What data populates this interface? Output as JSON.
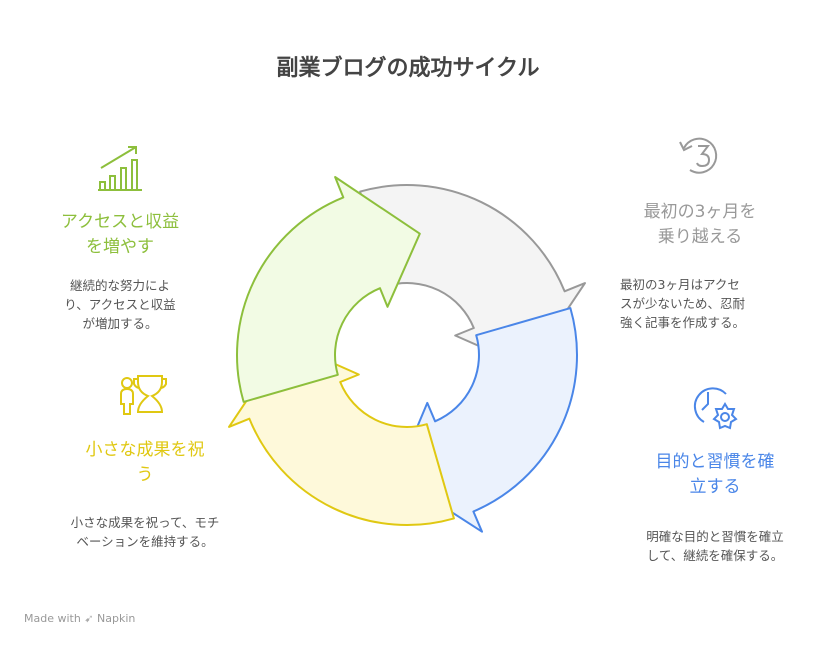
{
  "title": "副業ブログの成功サイクル",
  "steps": [
    {
      "id": "overcome",
      "title_1": "最初の3ヶ月を",
      "title_2": "乗り越える",
      "desc_1": "最初の3ヶ月はアクセ",
      "desc_2": "スが少ないため、忍耐",
      "desc_3": "強く記事を作成する。",
      "icon": "restart-3-icon",
      "color": "#999999",
      "fill": "#f4f4f4"
    },
    {
      "id": "habit",
      "title_1": "目的と習慣を確",
      "title_2": "立する",
      "desc_1": "明確な目的と習慣を確立",
      "desc_2": "して、継続を確保する。",
      "icon": "clock-gear-icon",
      "color": "#4a86e8",
      "fill": "#ebf2fd"
    },
    {
      "id": "celebrate",
      "title_1": "小さな成果を祝",
      "title_2": "う",
      "desc_1": "小さな成果を祝って、モチ",
      "desc_2": "ベーションを維持する。",
      "icon": "person-trophy-icon",
      "color": "#e0c812",
      "fill": "#fef9da"
    },
    {
      "id": "grow",
      "title_1": "アクセスと収益",
      "title_2": "を増やす",
      "desc_1": "継続的な努力によ",
      "desc_2": "り、アクセスと収益",
      "desc_3": "が増加する。",
      "icon": "growth-chart-icon",
      "color": "#8dbf3c",
      "fill": "#f2fbe4"
    }
  ],
  "footer": {
    "made_with": "Made with",
    "brand": "Napkin"
  }
}
